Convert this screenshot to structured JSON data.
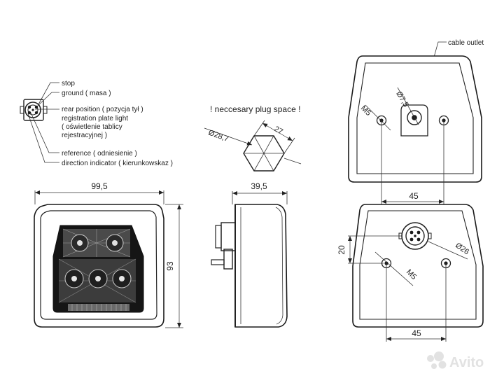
{
  "legend": {
    "stop": "stop",
    "ground": "ground  ( masa )",
    "rear_position_1": "rear position  ( pozycja tył )",
    "rear_position_2": "registration plate light",
    "rear_position_3": "( oświetlenie tablicy",
    "rear_position_4": "rejestracyjnej )",
    "reference": "reference  ( odniesienie )",
    "direction": "direction indicator  ( kierunkowskaz )"
  },
  "plug": {
    "note": "! neccesary plug space !",
    "diameter": "Ø28,7",
    "width": "27"
  },
  "front": {
    "width": "99,5",
    "height": "93"
  },
  "side": {
    "depth": "39,5"
  },
  "back_top": {
    "cable_outlet": "cable outlet",
    "thread": "M5",
    "hole": "Ø7,5",
    "spacing": "45"
  },
  "back_bottom": {
    "offset": "20",
    "thread": "M5",
    "hole": "Ø26",
    "spacing": "45"
  },
  "watermark": "Avito",
  "colors": {
    "line": "#222222",
    "lamp_dark": "#1b1b1b",
    "watermark": "#d9d9d9"
  }
}
